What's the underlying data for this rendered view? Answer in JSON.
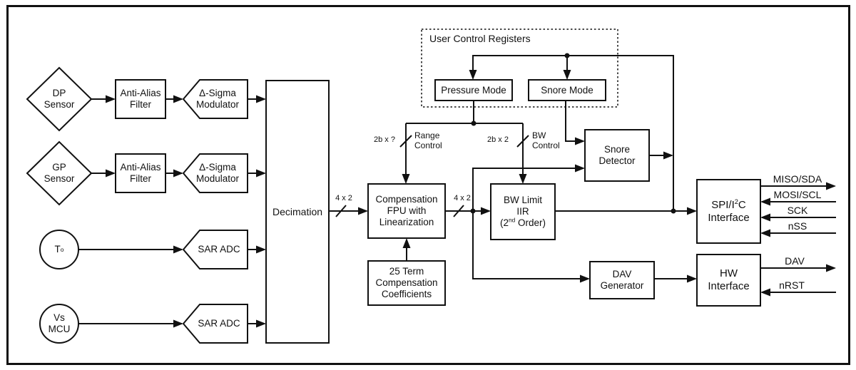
{
  "blocks": {
    "dp_sensor": "DP\nSensor",
    "gp_sensor": "GP\nSensor",
    "anti_alias_1": "Anti-Alias\nFilter",
    "anti_alias_2": "Anti-Alias\nFilter",
    "dsm_1": "Δ-Sigma\nModulator",
    "dsm_2": "Δ-Sigma\nModulator",
    "temp_main": "T",
    "temp_sup": "o",
    "vs_mcu": "Vs\nMCU",
    "sar_adc_1": "SAR ADC",
    "sar_adc_2": "SAR ADC",
    "decimation": "Decimation",
    "comp_fpu": "Compensation\nFPU with\nLinearization",
    "coeff": "25 Term\nCompensation\nCoefficients",
    "bw_limit_l1": "BW Limit",
    "bw_limit_l2": "IIR",
    "bw_limit_l3_pre": "(2",
    "bw_limit_l3_sup": "nd",
    "bw_limit_l3_post": " Order)",
    "snore_detector": "Snore\nDetector",
    "dav_generator": "DAV\nGenerator",
    "spi_l1_pre": "SPI/I",
    "spi_l1_sup": "2",
    "spi_l1_post": "C",
    "spi_l2": "Interface",
    "hw_interface": "HW\nInterface",
    "pressure_mode": "Pressure Mode",
    "snore_mode": "Snore Mode",
    "ucr_title": "User Control Registers"
  },
  "bus_labels": {
    "dec_out": "4 x 2",
    "fpu_out": "4 x 2",
    "range_bits": "2b x ?",
    "range_name": "Range\nControl",
    "bw_bits": "2b x 2",
    "bw_name": "BW\nControl"
  },
  "signals": {
    "miso": "MISO/SDA",
    "mosi": "MOSI/SCL",
    "sck": "SCK",
    "nss": "nSS",
    "dav": "DAV",
    "nrst": "nRST"
  },
  "colors": {
    "line": "#111111",
    "background": "#ffffff"
  }
}
